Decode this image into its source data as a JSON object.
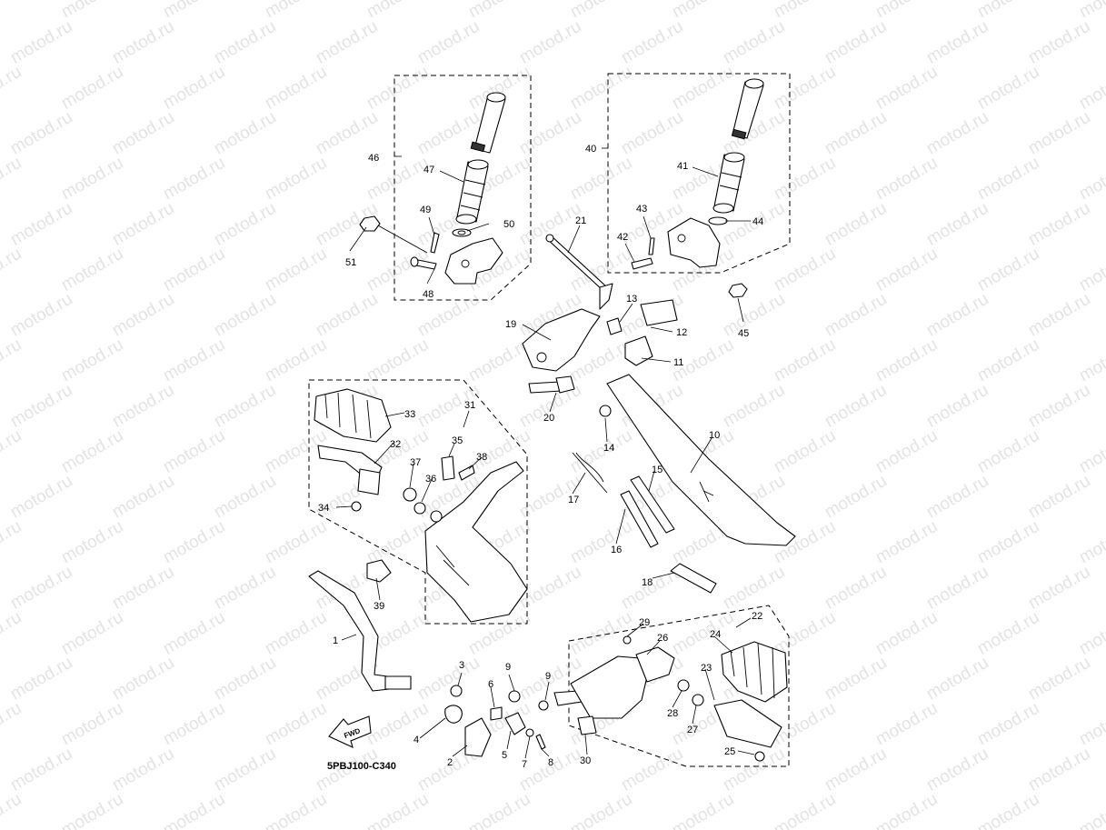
{
  "watermark": "motod.ru",
  "diagram_code": "5PBJ100-C340",
  "fwd_label": "FWD",
  "callouts": [
    "1",
    "2",
    "3",
    "4",
    "5",
    "6",
    "7",
    "8",
    "9",
    "9",
    "10",
    "11",
    "12",
    "13",
    "14",
    "15",
    "16",
    "17",
    "18",
    "19",
    "20",
    "21",
    "22",
    "23",
    "24",
    "25",
    "26",
    "27",
    "28",
    "29",
    "30",
    "31",
    "32",
    "33",
    "34",
    "35",
    "36",
    "37",
    "38",
    "39",
    "40",
    "41",
    "42",
    "43",
    "44",
    "45",
    "46",
    "47",
    "48",
    "49",
    "50",
    "51"
  ]
}
